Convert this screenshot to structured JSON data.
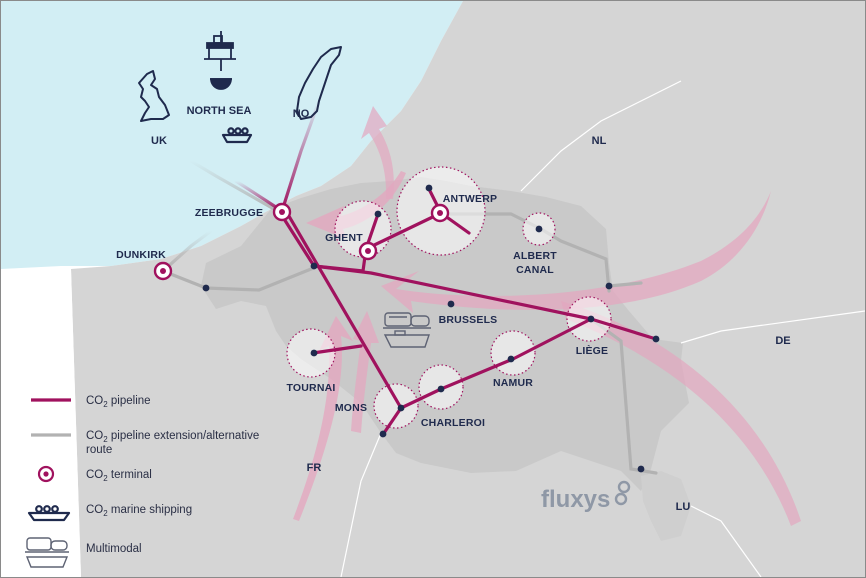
{
  "colors": {
    "sea": "#d2eef4",
    "land": "#d5d5d5",
    "belgium": "#c9c9c9",
    "pipeline": "#a0125e",
    "extension": "#b2b2b2",
    "node": "#1f2a4d",
    "flow": "#e8b5c9",
    "terminal_ring": "#a0125e"
  },
  "countries": {
    "uk": "UK",
    "north_sea": "NORTH SEA",
    "no": "NO",
    "nl": "NL",
    "de": "DE",
    "fr": "FR",
    "lu": "LU"
  },
  "cities": {
    "zeebrugge": "ZEEBRUGGE",
    "dunkirk": "DUNKIRK",
    "ghent": "GHENT",
    "antwerp": "ANTWERP",
    "albert_canal_1": "ALBERT",
    "albert_canal_2": "CANAL",
    "brussels": "BRUSSELS",
    "liege": "LIÈGE",
    "namur": "NAMUR",
    "charleroi": "CHARLEROI",
    "mons": "MONS",
    "tournai": "TOURNAI"
  },
  "legend": {
    "pipeline": {
      "prefix": "CO",
      "sub": "2",
      "suffix": " pipeline"
    },
    "extension": {
      "prefix": "CO",
      "sub": "2",
      "suffix": " pipeline extension/alternative",
      "line2": "route"
    },
    "terminal": {
      "prefix": "CO",
      "sub": "2",
      "suffix": " terminal"
    },
    "shipping": {
      "prefix": "CO",
      "sub": "2",
      "suffix": " marine shipping"
    },
    "multimodal": {
      "label": "Multimodal"
    }
  },
  "brand": {
    "name": "fluxys"
  },
  "icons": [
    "uk-map-icon",
    "oil-platform-icon",
    "norway-map-icon",
    "ship-icon",
    "multimodal-train-icon",
    "fluxys-logo-icon"
  ]
}
